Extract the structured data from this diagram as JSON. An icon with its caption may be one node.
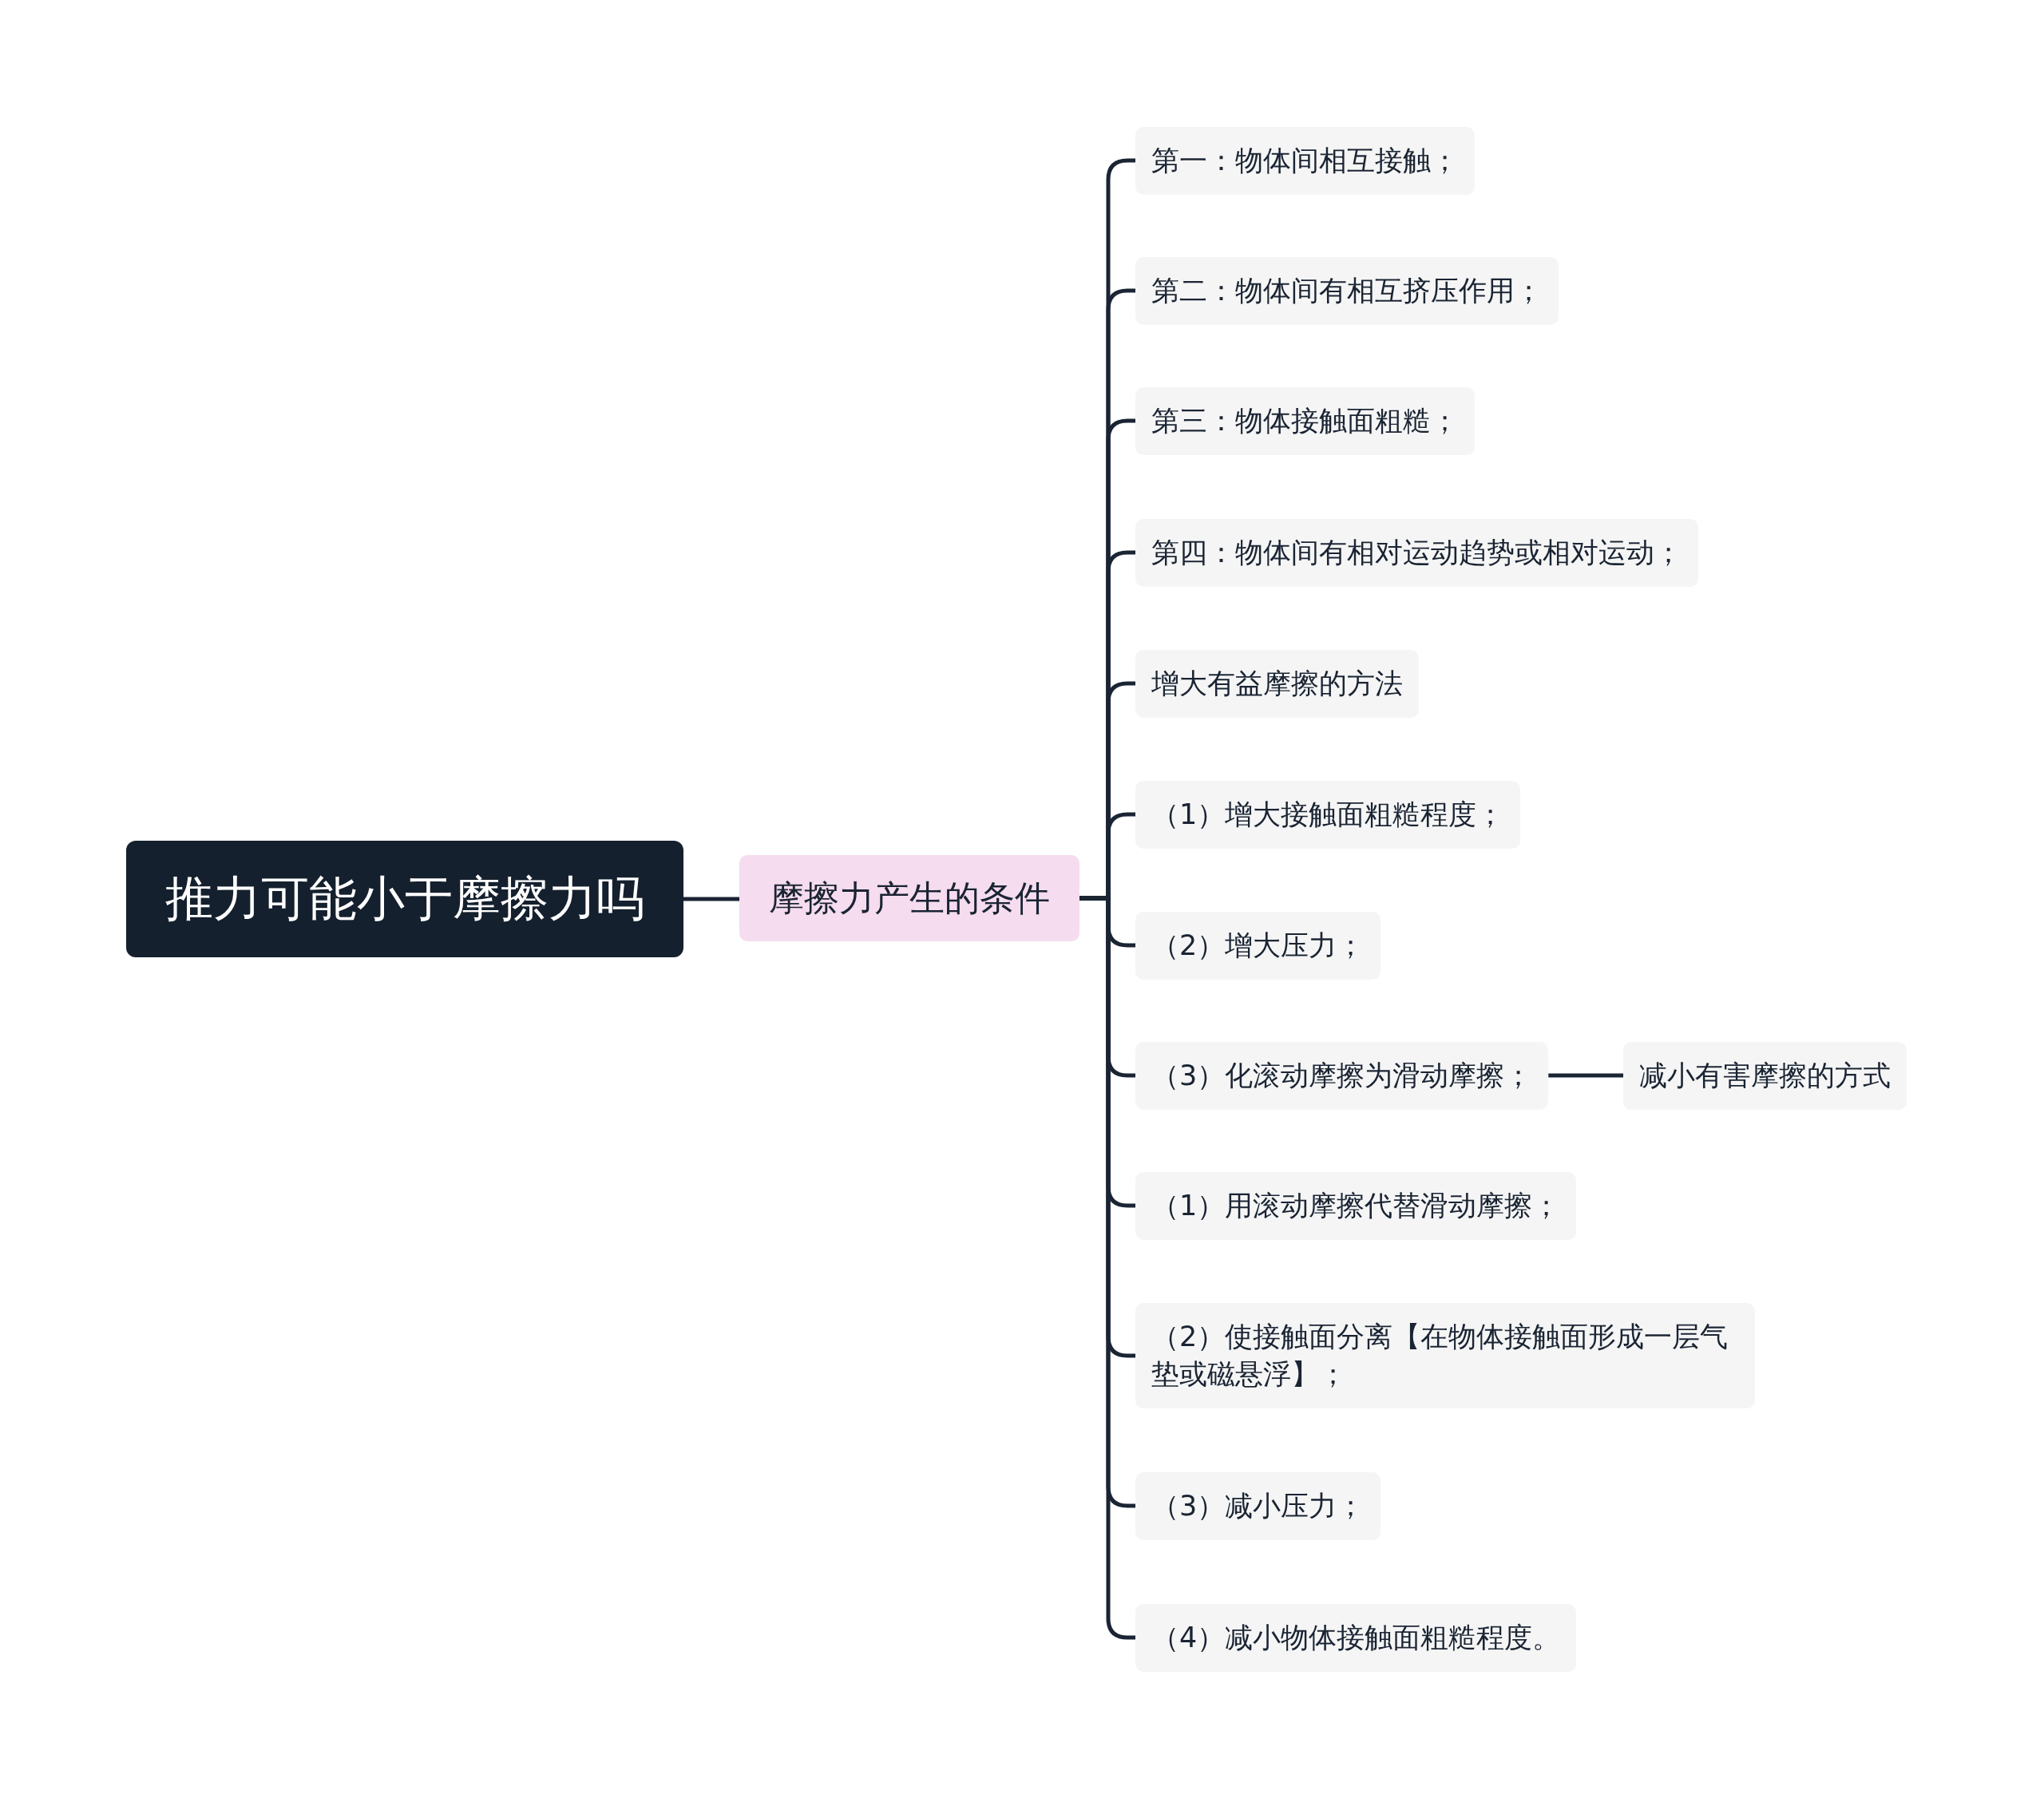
{
  "diagram": {
    "nodes": [
      {
        "text": [
          "推力可能小于摩擦力吗"
        ]
      },
      {
        "text": [
          "摩擦力产生的条件"
        ]
      },
      {
        "text": [
          "第一：物体间相互接触；"
        ]
      },
      {
        "text": [
          "第二：物体间有相互挤压作用；"
        ]
      },
      {
        "text": [
          "第三：物体接触面粗糙；"
        ]
      },
      {
        "text": [
          "第四：物体间有相对运动趋势或相对运动；"
        ]
      },
      {
        "text": [
          "增大有益摩擦的方法"
        ]
      },
      {
        "text": [
          "（1）增大接触面粗糙程度；"
        ]
      },
      {
        "text": [
          "（2）增大压力；"
        ]
      },
      {
        "text": [
          "（3）化滚动摩擦为滑动摩擦；"
        ]
      },
      {
        "text": [
          "减小有害摩擦的方式"
        ]
      },
      {
        "text": [
          "（1）用滚动摩擦代替滑动摩擦；"
        ]
      },
      {
        "text": [
          "（2）使接触面分离【在物体接触面形成一层气垫或磁悬浮】；"
        ]
      },
      {
        "text": [
          "（3）减小压力；"
        ]
      },
      {
        "text": [
          "（4）减小物体接触面粗糙程度。"
        ]
      }
    ],
    "edges": [
      {
        "from": 0,
        "to": 1,
        "arrow": "none"
      },
      {
        "from": 1,
        "to": 2,
        "arrow": "none"
      },
      {
        "from": 1,
        "to": 3,
        "arrow": "none"
      },
      {
        "from": 1,
        "to": 4,
        "arrow": "none"
      },
      {
        "from": 1,
        "to": 5,
        "arrow": "none"
      },
      {
        "from": 1,
        "to": 6,
        "arrow": "none"
      },
      {
        "from": 1,
        "to": 7,
        "arrow": "none"
      },
      {
        "from": 1,
        "to": 8,
        "arrow": "none"
      },
      {
        "from": 1,
        "to": 9,
        "arrow": "none"
      },
      {
        "from": 9,
        "to": 10,
        "arrow": "none"
      },
      {
        "from": 1,
        "to": 11,
        "arrow": "none"
      },
      {
        "from": 1,
        "to": 12,
        "arrow": "none"
      },
      {
        "from": 1,
        "to": 13,
        "arrow": "none"
      },
      {
        "from": 1,
        "to": 14,
        "arrow": "none"
      }
    ]
  }
}
